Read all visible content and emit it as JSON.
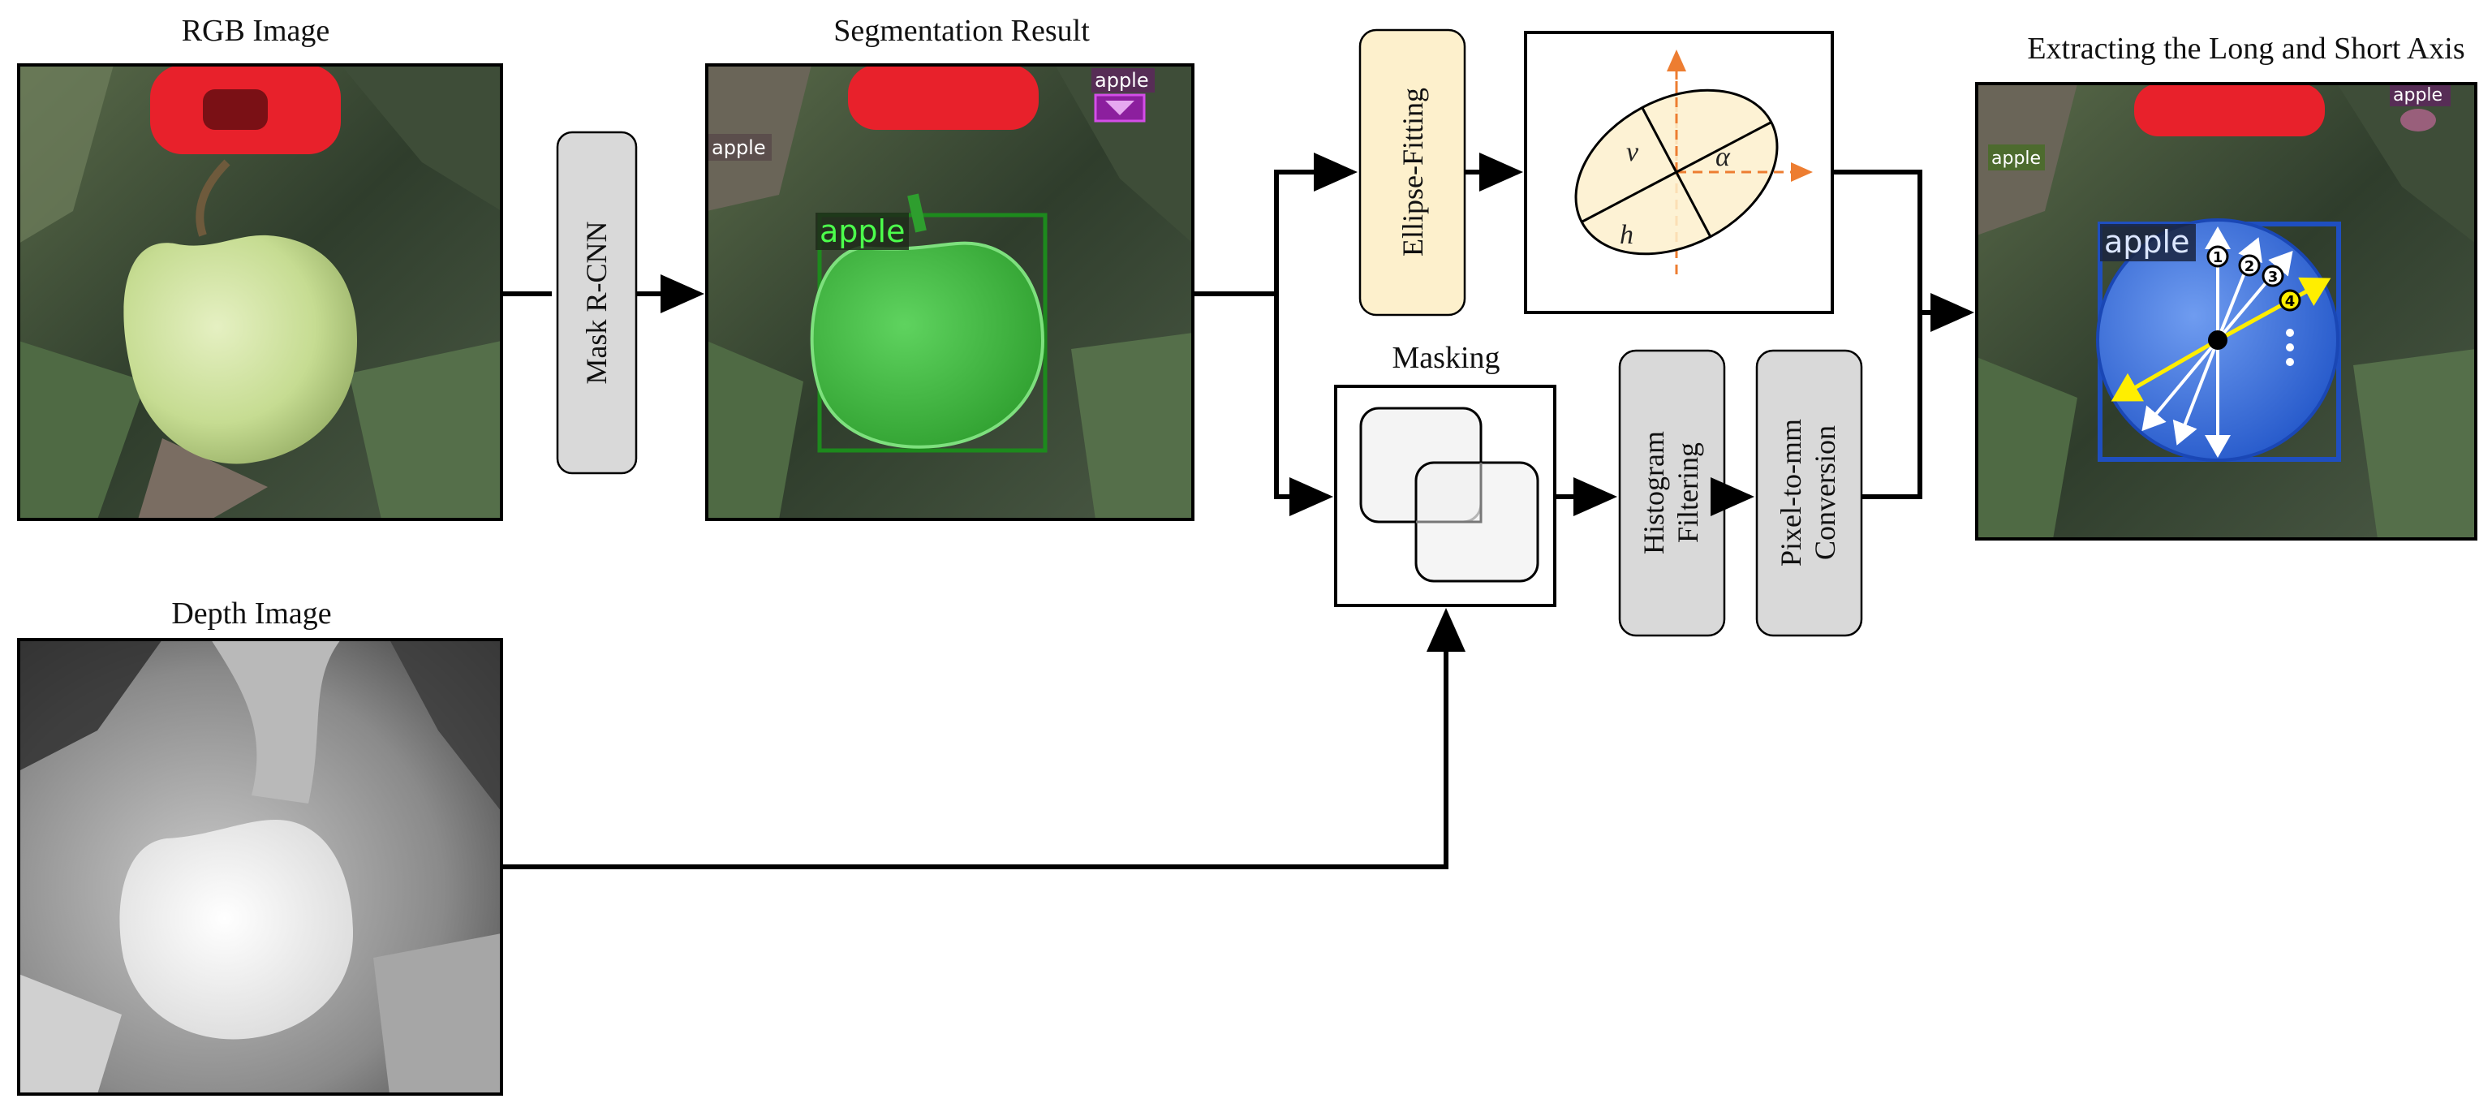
{
  "titles": {
    "rgb": "RGB Image",
    "segmentation": "Segmentation Result",
    "extracting": "Extracting the Long and Short Axis",
    "depth": "Depth Image",
    "masking": "Masking"
  },
  "process_boxes": {
    "mask_rcnn": "Mask R-CNN",
    "ellipse_fitting": "Ellipse-Fitting",
    "histogram_line1": "Histogram",
    "histogram_line2": "Filtering",
    "pixel_line1": "Pixel-to-mm",
    "pixel_line2": "Conversion"
  },
  "ellipse_symbols": {
    "v": "v",
    "alpha": "α",
    "h": "h"
  },
  "detection_tags": {
    "apple": "apple"
  },
  "axis_markers": [
    "1",
    "2",
    "3",
    "4"
  ],
  "colors": {
    "ellipse_fill": "#fdf0cc",
    "ellipse_box_fill": "#fcefd0",
    "gray_box": "#d9d9d9",
    "orange_axis": "#ed7d31",
    "green_mask": "#3fbf3f",
    "blue_mask": "#2f6fe0",
    "yellow_axis": "#ffee00",
    "red_object": "#e8212b"
  }
}
